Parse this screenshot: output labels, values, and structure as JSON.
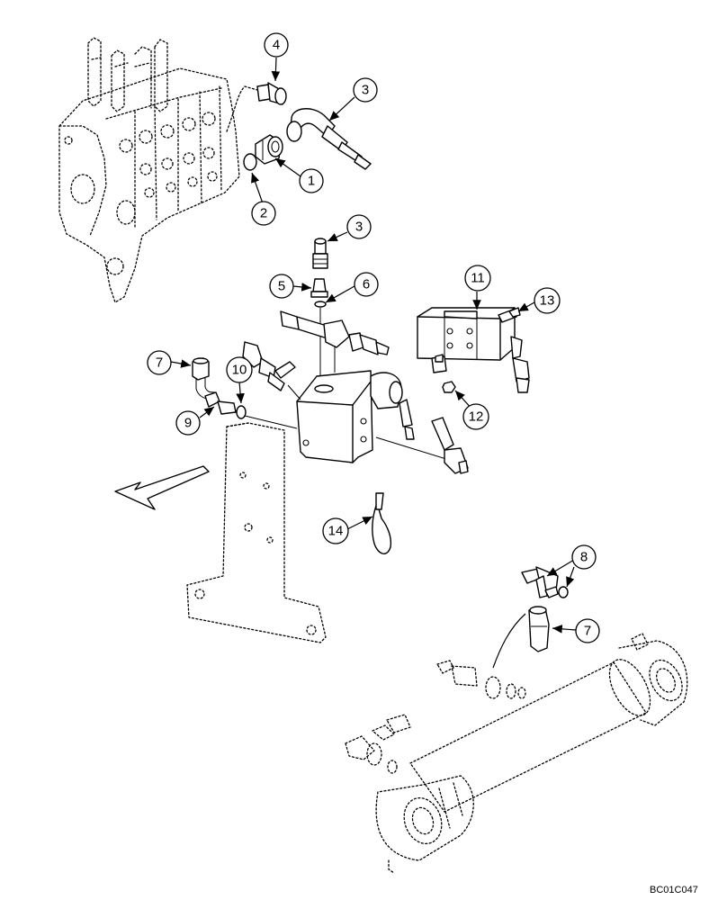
{
  "drawing_code": "BC01C047",
  "callouts": [
    {
      "label": "4"
    },
    {
      "label": "3"
    },
    {
      "label": "1"
    },
    {
      "label": "2"
    },
    {
      "label": "3"
    },
    {
      "label": "5"
    },
    {
      "label": "6"
    },
    {
      "label": "11"
    },
    {
      "label": "13"
    },
    {
      "label": "7"
    },
    {
      "label": "10"
    },
    {
      "label": "9"
    },
    {
      "label": "12"
    },
    {
      "label": "14"
    },
    {
      "label": "8"
    },
    {
      "label": "7"
    }
  ]
}
